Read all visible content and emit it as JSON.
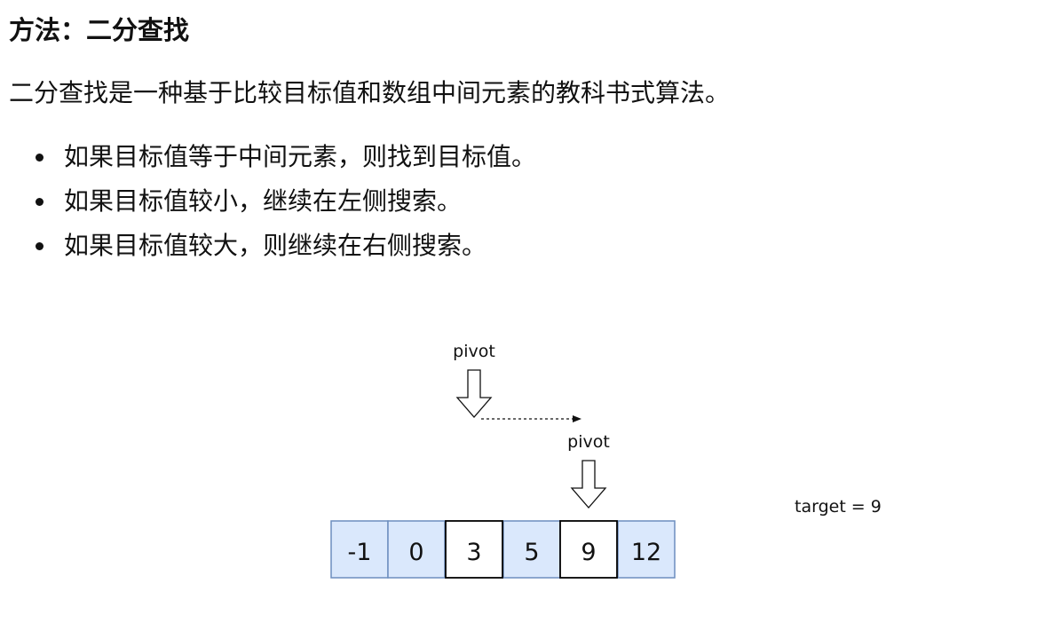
{
  "heading": "方法：二分查找",
  "intro": "二分查找是一种基于比较目标值和数组中间元素的教科书式算法。",
  "bullets": [
    "如果目标值等于中间元素，则找到目标值。",
    "如果目标值较小，继续在左侧搜索。",
    "如果目标值较大，则继续在右侧搜索。"
  ],
  "diagram": {
    "array": [
      "-1",
      "0",
      "3",
      "5",
      "9",
      "12"
    ],
    "highlighted": [
      false,
      false,
      true,
      false,
      true,
      false
    ],
    "pivot_label_1": "pivot",
    "pivot_label_2": "pivot",
    "target_label": "target = 9",
    "colors": {
      "cell_fill": "#dae8fc",
      "cell_border": "#6c8ebf",
      "highlight_fill": "#ffffff",
      "highlight_border": "#000000"
    }
  }
}
